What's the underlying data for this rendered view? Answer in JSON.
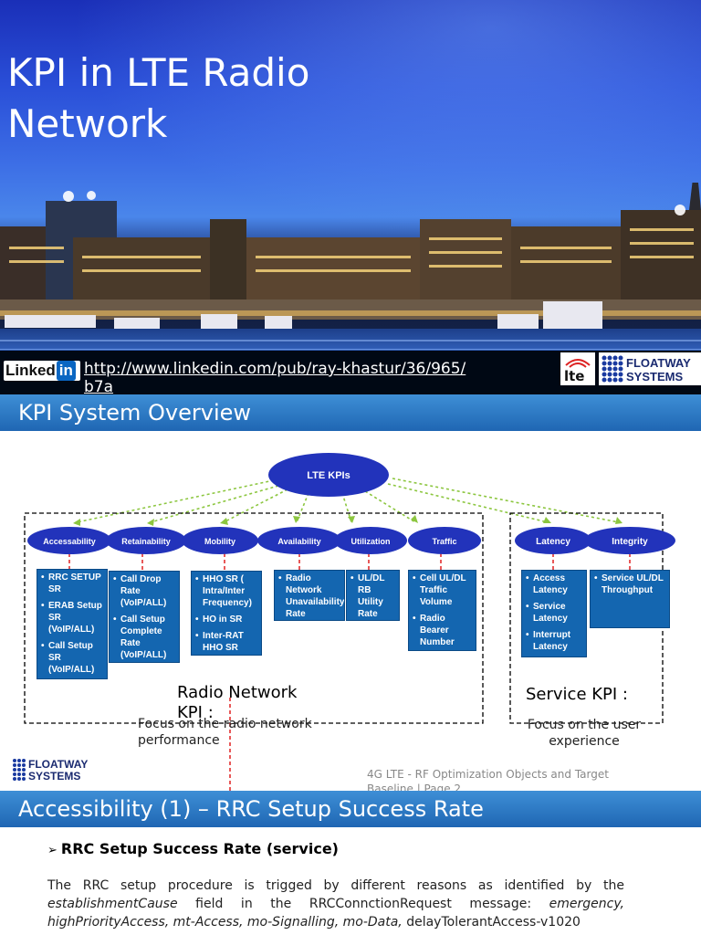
{
  "slide1": {
    "title": "KPI in LTE Radio Network",
    "linkedin_logo_text": "Linked",
    "linkedin_logo_in": "in",
    "link": "http://www.linkedin.com/pub/ray-khastur/36/965/b7a",
    "lte_logo_text": "lte",
    "floatway_logo_line1": "FLOATWAY",
    "floatway_logo_line2": "SYSTEMS"
  },
  "slide2": {
    "heading": "KPI System Overview",
    "root": "LTE KPIs",
    "categories": [
      "Accessability",
      "Retainability",
      "Mobility",
      "Availability",
      "Utilization",
      "Traffic",
      "Latency",
      "Integrity"
    ],
    "boxes": {
      "accessability": [
        "RRC SETUP SR",
        "ERAB Setup SR (VoIP/ALL)",
        "Call Setup SR (VoIP/ALL)"
      ],
      "retainability": [
        "Call Drop Rate (VoIP/ALL)",
        "Call Setup Complete Rate (VoIP/ALL)"
      ],
      "mobility": [
        "HHO SR ( Intra/Inter Frequency)",
        "HO in SR",
        "Inter-RAT HHO SR"
      ],
      "availability": [
        "Radio Network Unavailability Rate"
      ],
      "utilization": [
        "UL/DL RB Utility Rate"
      ],
      "traffic": [
        "Cell UL/DL Traffic Volume",
        "Radio Bearer Number"
      ],
      "latency": [
        "Access Latency",
        "Service Latency",
        "Interrupt Latency"
      ],
      "integrity": [
        "Service UL/DL Throughput"
      ]
    },
    "radio_label": "Radio Network KPI :",
    "radio_desc": "Focus on the radio network performance",
    "service_label": "Service KPI :",
    "service_desc": "Focus on the user experience",
    "footer": "4G LTE - RF Optimization Objects and Target Baseline | Page 2",
    "floatway_line1": "FLOATWAY",
    "floatway_line2": "SYSTEMS"
  },
  "slide3": {
    "heading": "Accessibility (1) – RRC Setup Success Rate",
    "bullet": "RRC Setup Success Rate (service)",
    "para_1": "The RRC setup procedure is trigged by different reasons as identified by the ",
    "para_em1": "establishmentCause",
    "para_2": " field in the RRCConnctionRequest message: ",
    "para_em2": "emergency, highPriorityAccess, mt-Access, mo-Signalling, mo-Data,",
    "para_3": " delayTolerantAccess-v1020"
  },
  "colors": {
    "header_blue": "#1f66b3",
    "oval_blue": "#2233bb",
    "box_blue": "#1466b0",
    "dash_red": "#e02020",
    "arrow_green": "#8cc63f"
  }
}
